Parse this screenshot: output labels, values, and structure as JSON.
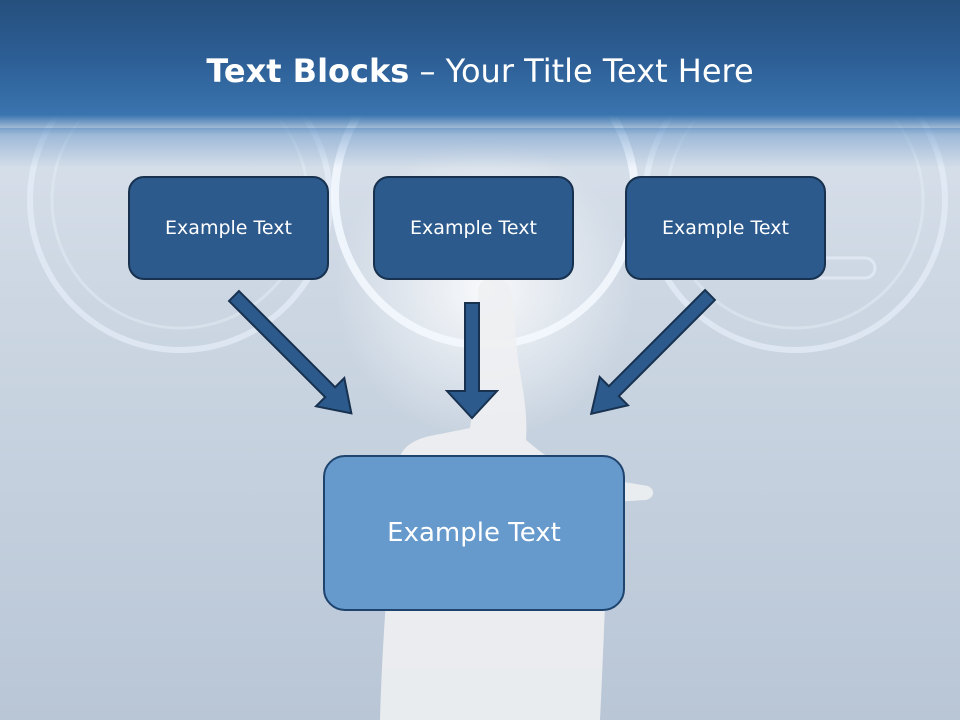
{
  "title": {
    "bold": "Text Blocks",
    "dash": " – ",
    "rest": "Your Title Text Here"
  },
  "blocks": {
    "left": "Example Text",
    "center": "Example Text",
    "right": "Example Text",
    "bottom": "Example Text"
  },
  "colors": {
    "header": "#2d5f96",
    "small_block": "#2c5a8c",
    "big_block": "#6699cc",
    "arrow": "#2c5a8c"
  }
}
